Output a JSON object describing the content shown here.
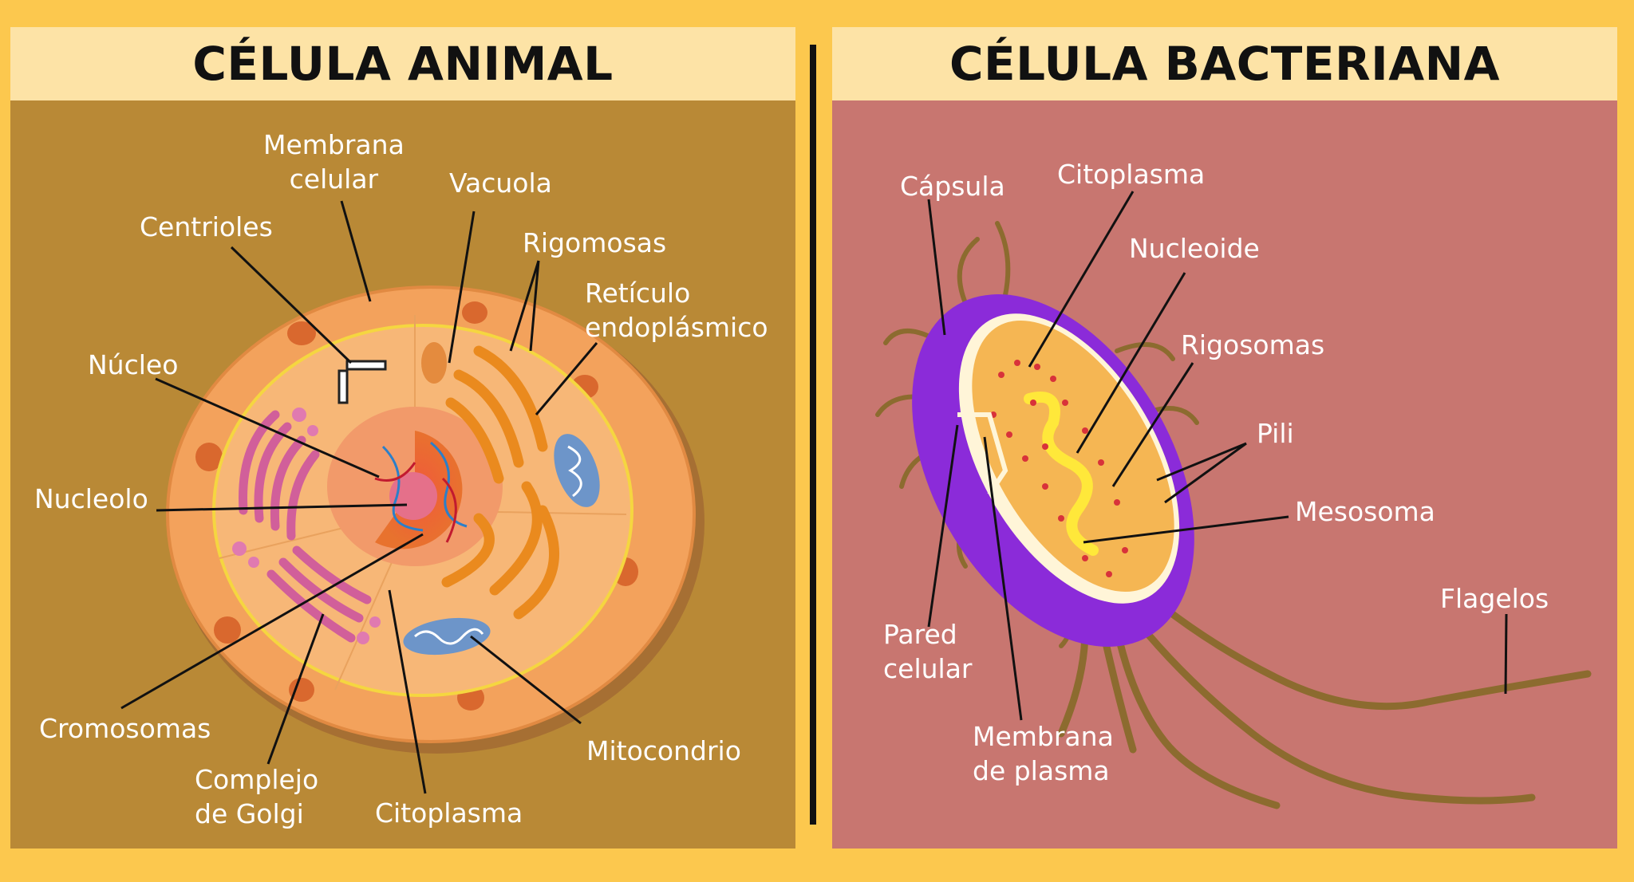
{
  "animal": {
    "title": "CÉLULA ANIMAL",
    "labels": {
      "membrana_celular": "Membrana\ncelular",
      "vacuola": "Vacuola",
      "centrioles": "Centrioles",
      "rigomosas": "Rigomosas",
      "reticulo": "Retículo\nendoplásmico",
      "nucleo": "Núcleo",
      "nucleolo": "Nucleolo",
      "cromosomas": "Cromosomas",
      "mitocondrio": "Mitocondrio",
      "golgi": "Complejo\nde Golgi",
      "citoplasma": "Citoplasma"
    }
  },
  "bacteria": {
    "title": "CÉLULA BACTERIANA",
    "labels": {
      "capsula": "Cápsula",
      "citoplasma": "Citoplasma",
      "nucleoide": "Nucleoide",
      "rigosomas": "Rigosomas",
      "pili": "Pili",
      "mesosoma": "Mesosoma",
      "flagelos": "Flagelos",
      "pared": "Pared\ncelular",
      "membrana": "Membrana\nde plasma"
    }
  },
  "colors": {
    "background": "#fcc84e",
    "animal_panel": "#b98936",
    "bacteria_panel": "#c87670",
    "header": "#fde3a6",
    "label_text": "#ffffff"
  }
}
